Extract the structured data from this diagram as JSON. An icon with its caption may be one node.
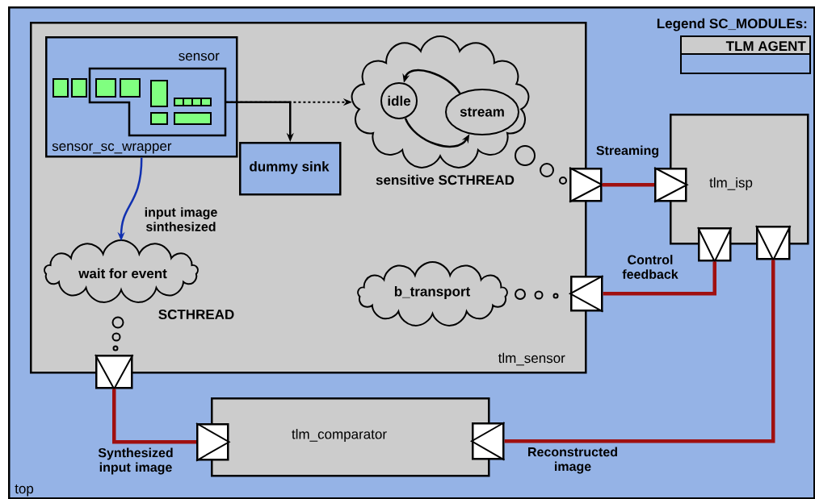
{
  "diagram": {
    "nodes": [
      {
        "text": [
          "top"
        ]
      },
      {
        "text": [
          "tlm_sensor"
        ],
        "in": 0
      },
      {
        "text": [
          "sensor_sc_wrapper"
        ],
        "in": 1
      },
      {
        "text": [
          "sensor"
        ],
        "in": 2
      },
      {
        "text": [
          "dummy sink"
        ],
        "in": 1
      },
      {
        "text": [],
        "shape": "cloud",
        "beside": [
          "sensitive SCTHREAD"
        ],
        "in": 1
      },
      {
        "text": [
          "idle"
        ],
        "in": 5
      },
      {
        "text": [
          "stream"
        ],
        "in": 5
      },
      {
        "text": [
          "wait for event"
        ],
        "beside": [
          "SCTHREAD"
        ],
        "in": 1
      },
      {
        "text": [
          "b_transport"
        ],
        "in": 1
      },
      {
        "text": [
          "tlm_isp"
        ],
        "in": 0
      },
      {
        "text": [
          "tlm_comparator"
        ],
        "in": 0
      },
      {
        "text": [],
        "shape": "box",
        "in": 0
      },
      {
        "text": [],
        "shape": "box",
        "in": 0
      },
      {
        "text": [],
        "shape": "box",
        "in": 0
      },
      {
        "text": [],
        "shape": "box",
        "in": 0
      },
      {
        "text": [],
        "shape": "box",
        "in": 0
      },
      {
        "text": [],
        "shape": "box",
        "in": 0
      },
      {
        "text": [],
        "shape": "box",
        "in": 0
      },
      {
        "text": [],
        "shape": "box",
        "in": 0
      }
    ],
    "edges": [
      {
        "from": 3,
        "to": 4,
        "arrow": "to"
      },
      {
        "from": 3,
        "to": 5,
        "arrow": "to",
        "style": "dashed"
      },
      {
        "from": 6,
        "to": 7,
        "arrow": "to"
      },
      {
        "from": 7,
        "to": 6,
        "arrow": "to"
      },
      {
        "from": 2,
        "to": 8,
        "arrow": "to",
        "label": "input image sinthesized",
        "color": "#1030b0"
      },
      {
        "from": 12,
        "to": 13,
        "arrow": "none",
        "label": "Streaming",
        "style": "thick",
        "color": "#a01010"
      },
      {
        "from": 16,
        "to": 14,
        "arrow": "none",
        "label": "Control feedback",
        "style": "thick",
        "color": "#a01010"
      },
      {
        "from": 17,
        "to": 18,
        "arrow": "none",
        "label": "Synthesized input image",
        "style": "thick",
        "color": "#a01010"
      },
      {
        "from": 19,
        "to": 15,
        "arrow": "none",
        "label": "Reconstructed image",
        "style": "thick",
        "color": "#a01010"
      }
    ],
    "labels": [
      "Legend SC_MODULEs:"
    ],
    "legend": [
      {
        "text": "TLM AGENT"
      }
    ]
  }
}
